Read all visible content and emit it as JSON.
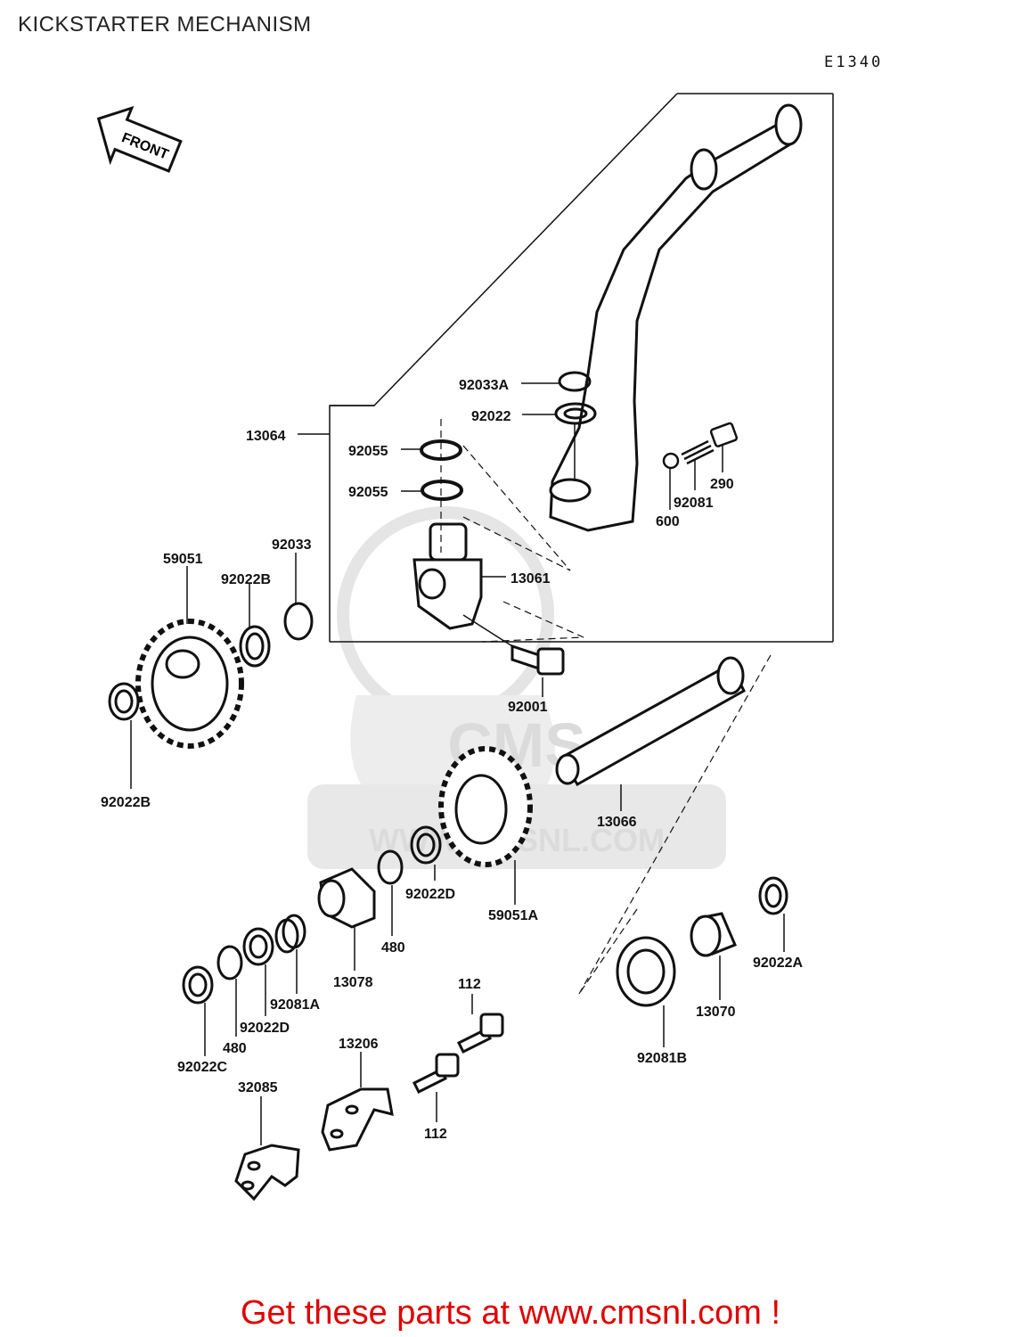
{
  "title": "KICKSTARTER MECHANISM",
  "diagram_code": "E1340",
  "front_label": "FRONT",
  "watermark": {
    "logo": "CMS",
    "url": "WWW.CMSNL.COM"
  },
  "parts": [
    {
      "id": "p-92033A",
      "label": "92033A"
    },
    {
      "id": "p-92022",
      "label": "92022"
    },
    {
      "id": "p-13064",
      "label": "13064"
    },
    {
      "id": "p-92055-a",
      "label": "92055"
    },
    {
      "id": "p-92055-b",
      "label": "92055"
    },
    {
      "id": "p-290",
      "label": "290"
    },
    {
      "id": "p-92081",
      "label": "92081"
    },
    {
      "id": "p-600",
      "label": "600"
    },
    {
      "id": "p-13061",
      "label": "13061"
    },
    {
      "id": "p-92033",
      "label": "92033"
    },
    {
      "id": "p-59051",
      "label": "59051"
    },
    {
      "id": "p-92022B-a",
      "label": "92022B"
    },
    {
      "id": "p-92001",
      "label": "92001"
    },
    {
      "id": "p-92022B-b",
      "label": "92022B"
    },
    {
      "id": "p-13066",
      "label": "13066"
    },
    {
      "id": "p-92022D-a",
      "label": "92022D"
    },
    {
      "id": "p-59051A",
      "label": "59051A"
    },
    {
      "id": "p-480-a",
      "label": "480"
    },
    {
      "id": "p-13078",
      "label": "13078"
    },
    {
      "id": "p-92081A",
      "label": "92081A"
    },
    {
      "id": "p-92022D-b",
      "label": "92022D"
    },
    {
      "id": "p-480-b",
      "label": "480"
    },
    {
      "id": "p-92022C",
      "label": "92022C"
    },
    {
      "id": "p-92022A",
      "label": "92022A"
    },
    {
      "id": "p-13070",
      "label": "13070"
    },
    {
      "id": "p-92081B",
      "label": "92081B"
    },
    {
      "id": "p-112-a",
      "label": "112"
    },
    {
      "id": "p-112-b",
      "label": "112"
    },
    {
      "id": "p-13206",
      "label": "13206"
    },
    {
      "id": "p-32085",
      "label": "32085"
    }
  ],
  "cta": "Get these parts at www.cmsnl.com !"
}
